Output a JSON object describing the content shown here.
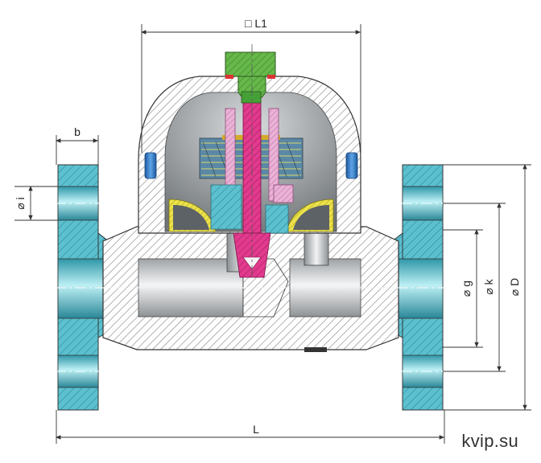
{
  "labels": {
    "l1": "□ L1",
    "b": "b",
    "di": "⌀ i",
    "dg": "⌀ g",
    "dk": "⌀ k",
    "dD": "⌀ D",
    "L": "L"
  },
  "watermark": "kvip.su",
  "colors": {
    "flange": "#4fb8c8",
    "body_hatch": "#8a8a8a",
    "cap_green": "#5cae3f",
    "stem_magenta": "#e0338a",
    "spring_pink": "#e9a7d0",
    "float_yellow": "#e6dc3a",
    "bolt_blue": "#2a72c0",
    "bore_grey": "#b9bcbf"
  }
}
